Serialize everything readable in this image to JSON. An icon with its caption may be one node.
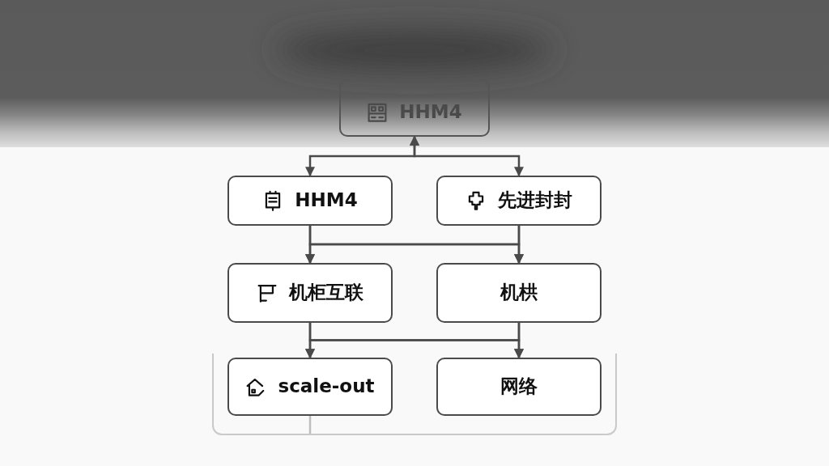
{
  "diagram": {
    "nodes": [
      {
        "text": [
          "HHM4"
        ]
      },
      {
        "text": [
          "HHM4"
        ]
      },
      {
        "text": [
          "先进封封"
        ]
      },
      {
        "text": [
          "机柜互联"
        ]
      },
      {
        "text": [
          "机栱"
        ]
      },
      {
        "text": [],
        "shape": "box"
      },
      {
        "text": [
          "scale-out"
        ],
        "in": 5
      },
      {
        "text": [
          "网络"
        ],
        "in": 5
      }
    ],
    "edges": [
      {
        "from": 0,
        "to": 1,
        "arrow": "both"
      },
      {
        "from": 0,
        "to": 2,
        "arrow": "both"
      },
      {
        "from": 1,
        "to": 3,
        "arrow": "to"
      },
      {
        "from": 1,
        "to": 4,
        "arrow": "to"
      },
      {
        "from": 2,
        "to": 3,
        "arrow": "to"
      },
      {
        "from": 2,
        "to": 4,
        "arrow": "to"
      },
      {
        "from": 3,
        "to": 6,
        "arrow": "to"
      },
      {
        "from": 3,
        "to": 7,
        "arrow": "to"
      },
      {
        "from": 4,
        "to": 6,
        "arrow": "to"
      },
      {
        "from": 4,
        "to": 7,
        "arrow": "to"
      },
      {
        "from": 6,
        "to": 5,
        "arrow": "none",
        "color": "#bdbdbd"
      }
    ]
  }
}
